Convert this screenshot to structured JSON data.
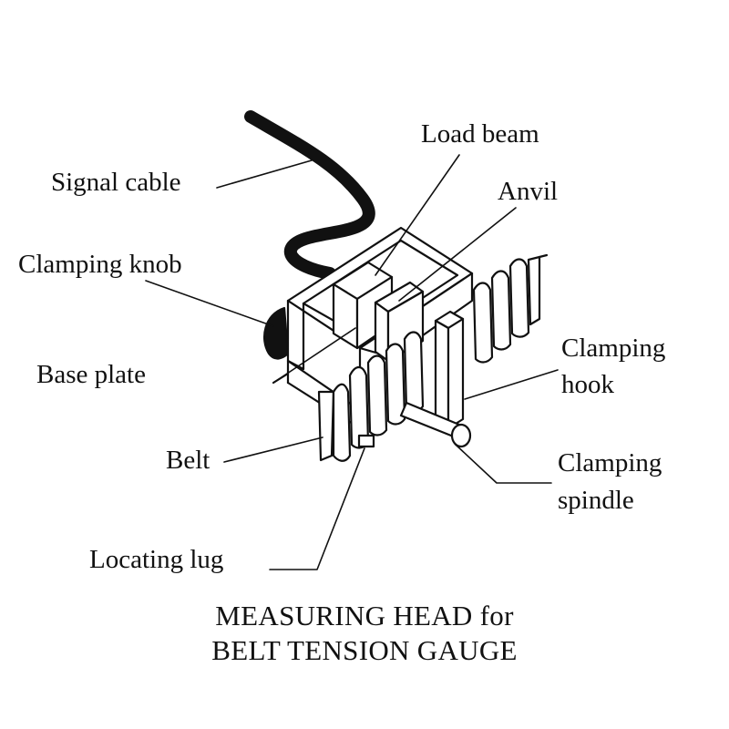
{
  "labels": {
    "signal_cable": "Signal cable",
    "load_beam": "Load beam",
    "anvil": "Anvil",
    "clamping_knob": "Clamping knob",
    "base_plate": "Base plate",
    "clamping_hook_line1": "Clamping",
    "clamping_hook_line2": "hook",
    "belt": "Belt",
    "clamping_spindle_line1": "Clamping",
    "clamping_spindle_line2": "spindle",
    "locating_lug": "Locating lug"
  },
  "title": {
    "line1": "MEASURING HEAD for",
    "line2": "BELT TENSION GAUGE"
  },
  "colors": {
    "ink": "#111111",
    "background": "#ffffff"
  }
}
